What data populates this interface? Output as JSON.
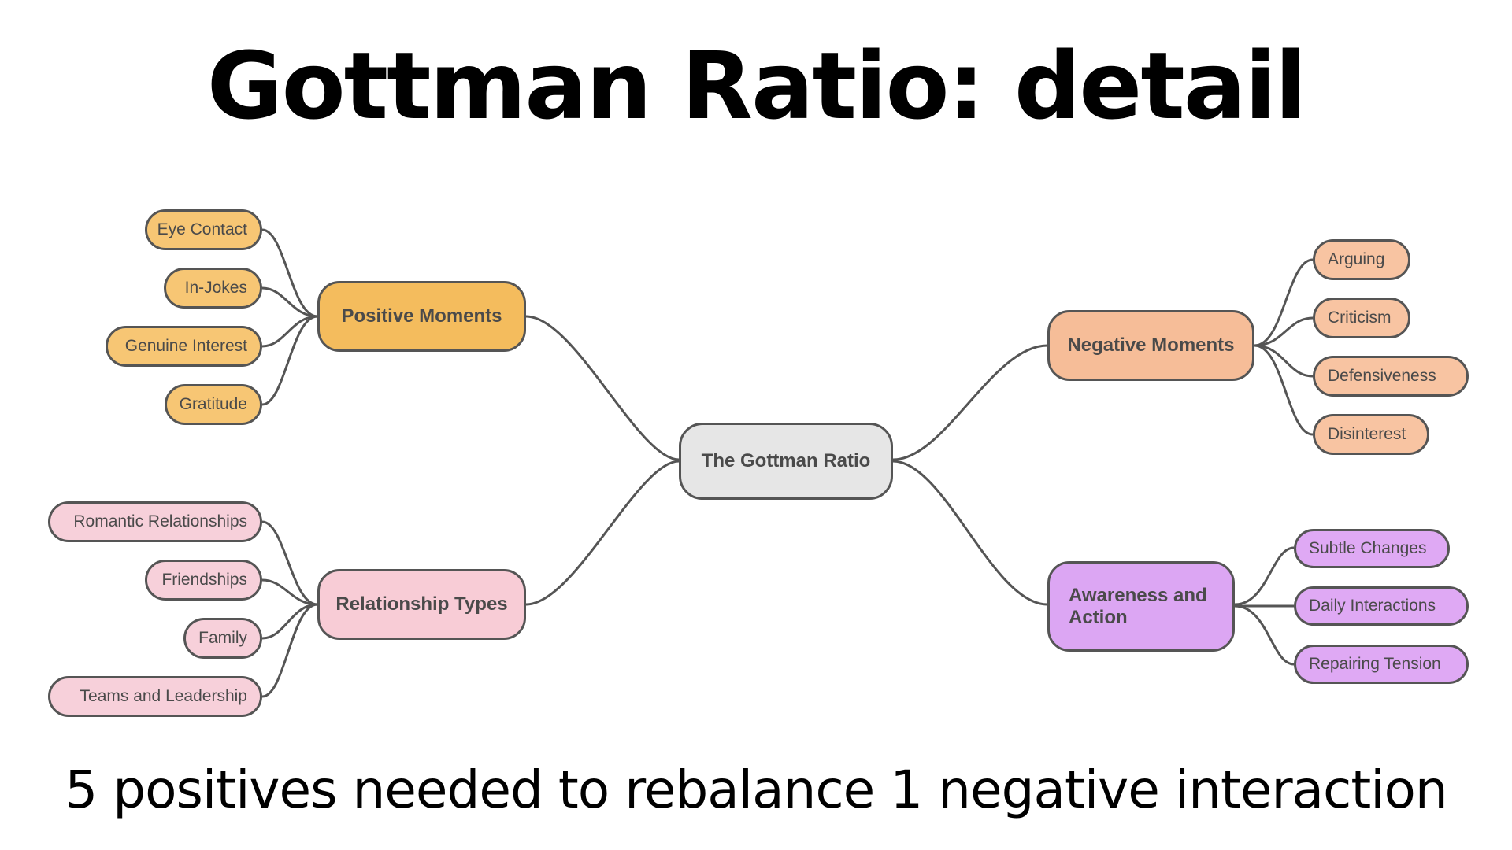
{
  "title": "Gottman Ratio: detail",
  "caption": "5 positives needed to rebalance 1 negative interaction",
  "center": "The Gottman Ratio",
  "positive": {
    "label": "Positive Moments",
    "items": [
      "Eye Contact",
      "In-Jokes",
      "Genuine Interest",
      "Gratitude"
    ]
  },
  "relationship": {
    "label": "Relationship Types",
    "items": [
      "Romantic Relationships",
      "Friendships",
      "Family",
      "Teams and Leadership"
    ]
  },
  "negative": {
    "label": "Negative Moments",
    "items": [
      "Arguing",
      "Criticism",
      "Defensiveness",
      "Disinterest"
    ]
  },
  "awareness": {
    "label": "Awareness and Action",
    "items": [
      "Subtle Changes",
      "Daily Interactions",
      "Repairing Tension"
    ]
  },
  "colors": {
    "positive": "#f4bc5d",
    "negative": "#f6bd98",
    "relationship": "#f8ccd6",
    "awareness": "#dca6f3",
    "center": "#e6e6e6",
    "connector": "#555555"
  }
}
